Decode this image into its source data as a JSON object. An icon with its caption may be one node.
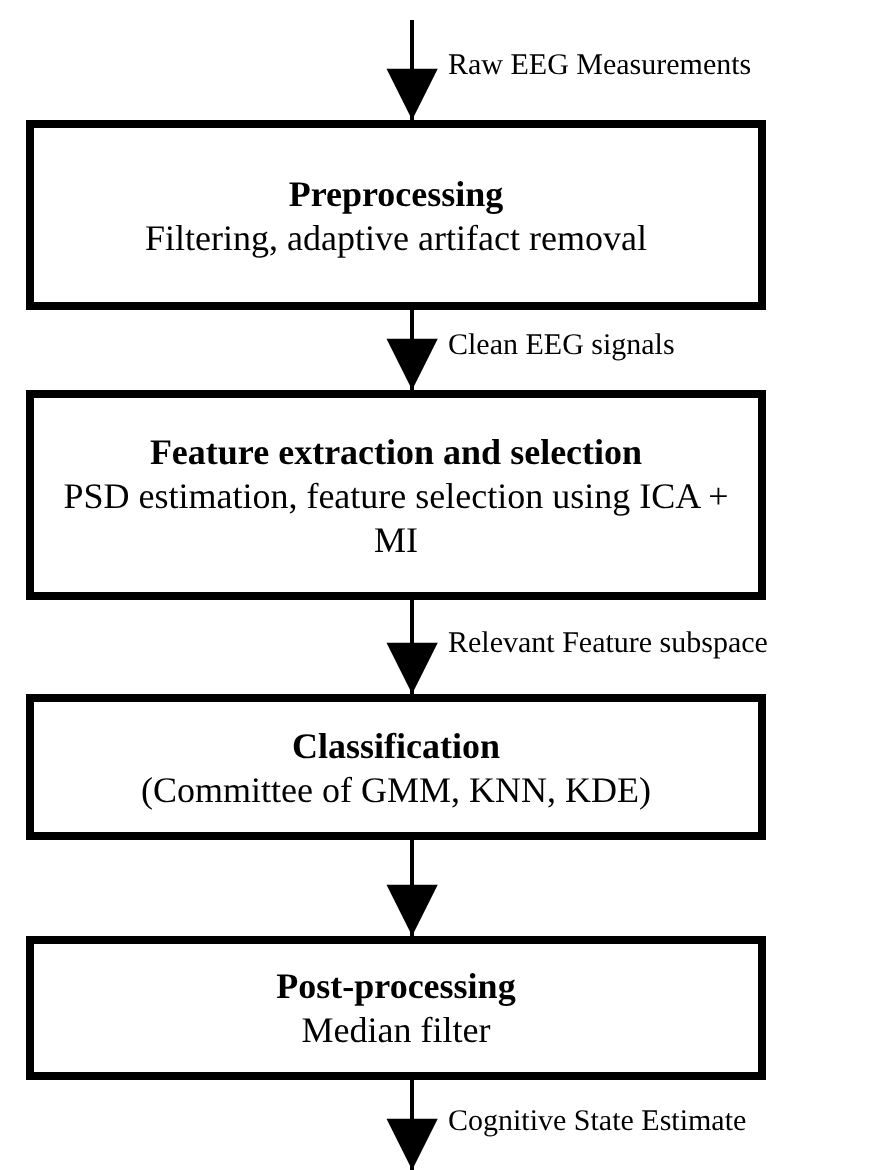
{
  "diagram": {
    "nodes": [
      {
        "text": [
          "Preprocessing",
          "Filtering, adaptive artifact removal"
        ]
      },
      {
        "text": [
          "Feature extraction and selection",
          "PSD estimation, feature selection using ICA + MI"
        ]
      },
      {
        "text": [
          "Classification",
          "(Committee of GMM, KNN, KDE)"
        ]
      },
      {
        "text": [
          "Post-processing",
          "Median filter"
        ]
      }
    ],
    "edges": [
      {
        "from": null,
        "to": 0,
        "arrow": "to",
        "label": "Raw EEG Measurements"
      },
      {
        "from": 0,
        "to": 1,
        "arrow": "to",
        "label": "Clean EEG signals"
      },
      {
        "from": 1,
        "to": 2,
        "arrow": "to",
        "label": "Relevant Feature subspace"
      },
      {
        "from": 2,
        "to": 3,
        "arrow": "to"
      },
      {
        "from": 3,
        "to": null,
        "arrow": "to",
        "label": "Cognitive State Estimate"
      }
    ]
  }
}
